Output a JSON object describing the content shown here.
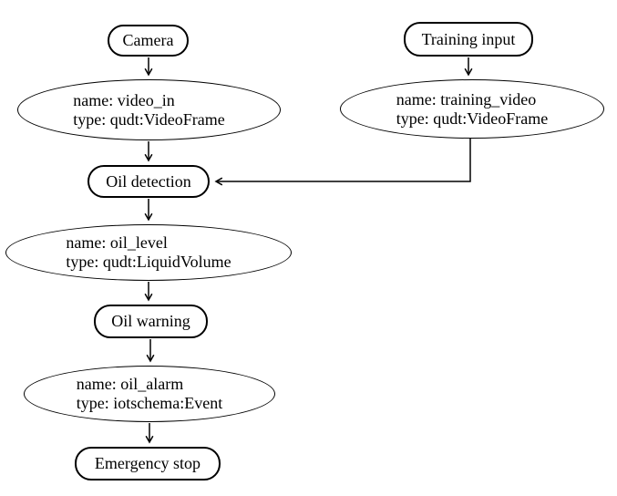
{
  "diagram": {
    "background": "#ffffff",
    "stroke_color": "#000000",
    "process_nodes": {
      "camera": {
        "label": "Camera"
      },
      "training_input": {
        "label": "Training input"
      },
      "oil_detection": {
        "label": "Oil detection"
      },
      "oil_warning": {
        "label": "Oil warning"
      },
      "emergency_stop": {
        "label": "Emergency stop"
      }
    },
    "data_nodes": {
      "video_in": {
        "name_line": "name: video_in",
        "type_line": "type: qudt:VideoFrame"
      },
      "training_video": {
        "name_line": "name: training_video",
        "type_line": "type: qudt:VideoFrame"
      },
      "oil_level": {
        "name_line": "name: oil_level",
        "type_line": "type: qudt:LiquidVolume"
      },
      "oil_alarm": {
        "name_line": "name: oil_alarm",
        "type_line": "type: iotschema:Event"
      }
    },
    "edges": [
      {
        "from": "camera",
        "to": "video_in"
      },
      {
        "from": "training_input",
        "to": "training_video"
      },
      {
        "from": "video_in",
        "to": "oil_detection"
      },
      {
        "from": "training_video",
        "to": "oil_detection"
      },
      {
        "from": "oil_detection",
        "to": "oil_level"
      },
      {
        "from": "oil_level",
        "to": "oil_warning"
      },
      {
        "from": "oil_warning",
        "to": "oil_alarm"
      },
      {
        "from": "oil_alarm",
        "to": "emergency_stop"
      }
    ]
  }
}
